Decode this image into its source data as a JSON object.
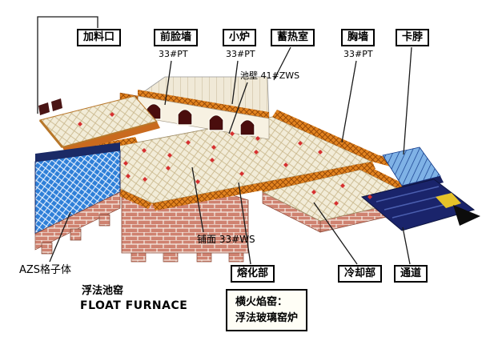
{
  "title": {
    "cn": "浮法池窑",
    "en": "FLOAT FURNACE"
  },
  "caption": {
    "line1": "横火焰窑：",
    "line2": "浮法玻璃窑炉"
  },
  "labels": {
    "feed_port": "加料口",
    "front_wall": "前脸墙",
    "front_wall_note": "33#PT",
    "port": "小炉",
    "port_note": "33#PT",
    "regenerator": "蓄热室",
    "breast_wall": "胸墙",
    "breast_wall_note": "33#PT",
    "neck": "卡脖",
    "tank_wall": "池壁 41#ZWS",
    "checker": "AZS格子体",
    "paving": "铺面 33#WS",
    "melting_section": "熔化部",
    "cooling_section": "冷却部",
    "channel": "通道"
  },
  "colors": {
    "brick": "#cf8270",
    "tile_surface": "#f2ecd8",
    "orange_band": "#e2831f",
    "checker_blue": "#2e7fd8",
    "channel_navy": "#1a246b",
    "accent_yellow": "#e6c229",
    "dot_red": "#d63030"
  }
}
